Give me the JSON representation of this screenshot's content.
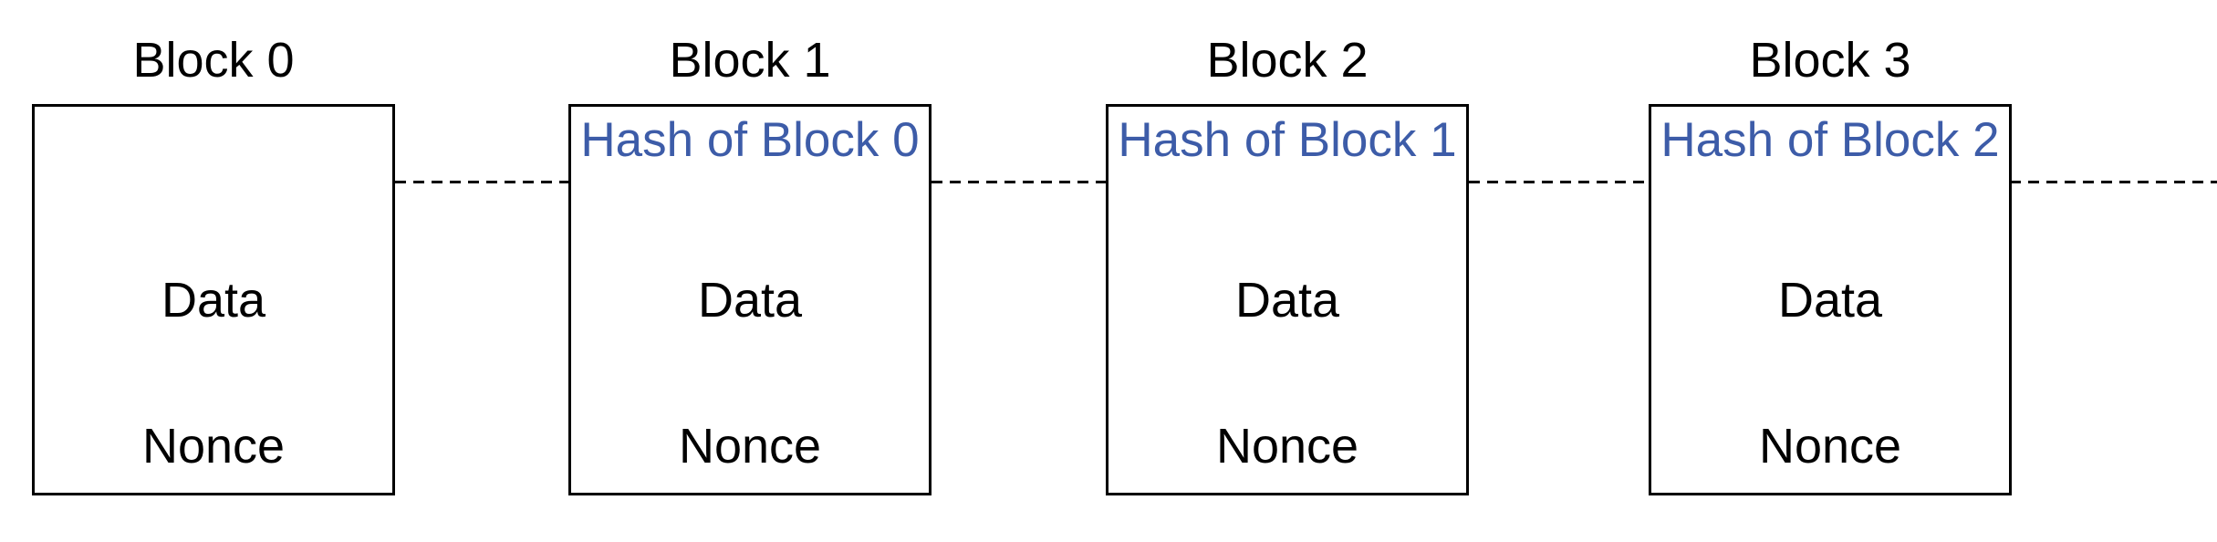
{
  "figure": {
    "type": "blockchain-diagram",
    "background_color": "#ffffff",
    "box_border_color": "#000000",
    "label_color": "#000000",
    "hash_label_color": "#3d5ca8",
    "connector": {
      "style": "dashed",
      "color": "#000000"
    },
    "blocks": [
      {
        "title": "Block 0",
        "hash_label": "",
        "data_label": "Data",
        "nonce_label": "Nonce"
      },
      {
        "title": "Block 1",
        "hash_label": "Hash of Block 0",
        "data_label": "Data",
        "nonce_label": "Nonce"
      },
      {
        "title": "Block 2",
        "hash_label": "Hash of Block 1",
        "data_label": "Data",
        "nonce_label": "Nonce"
      },
      {
        "title": "Block 3",
        "hash_label": "Hash of Block 2",
        "data_label": "Data",
        "nonce_label": "Nonce"
      }
    ]
  }
}
